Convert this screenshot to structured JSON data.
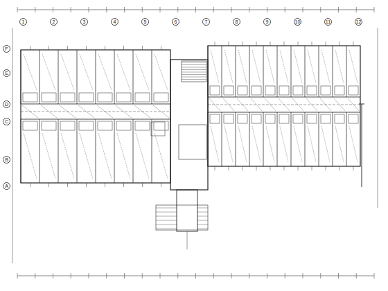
{
  "diagram": {
    "labels": [
      "F",
      "E",
      "D",
      "C",
      "B",
      "A",
      "1",
      "2",
      "3",
      "4",
      "5",
      "6",
      "7",
      "8",
      "9",
      "10",
      "11",
      "12"
    ]
  }
}
